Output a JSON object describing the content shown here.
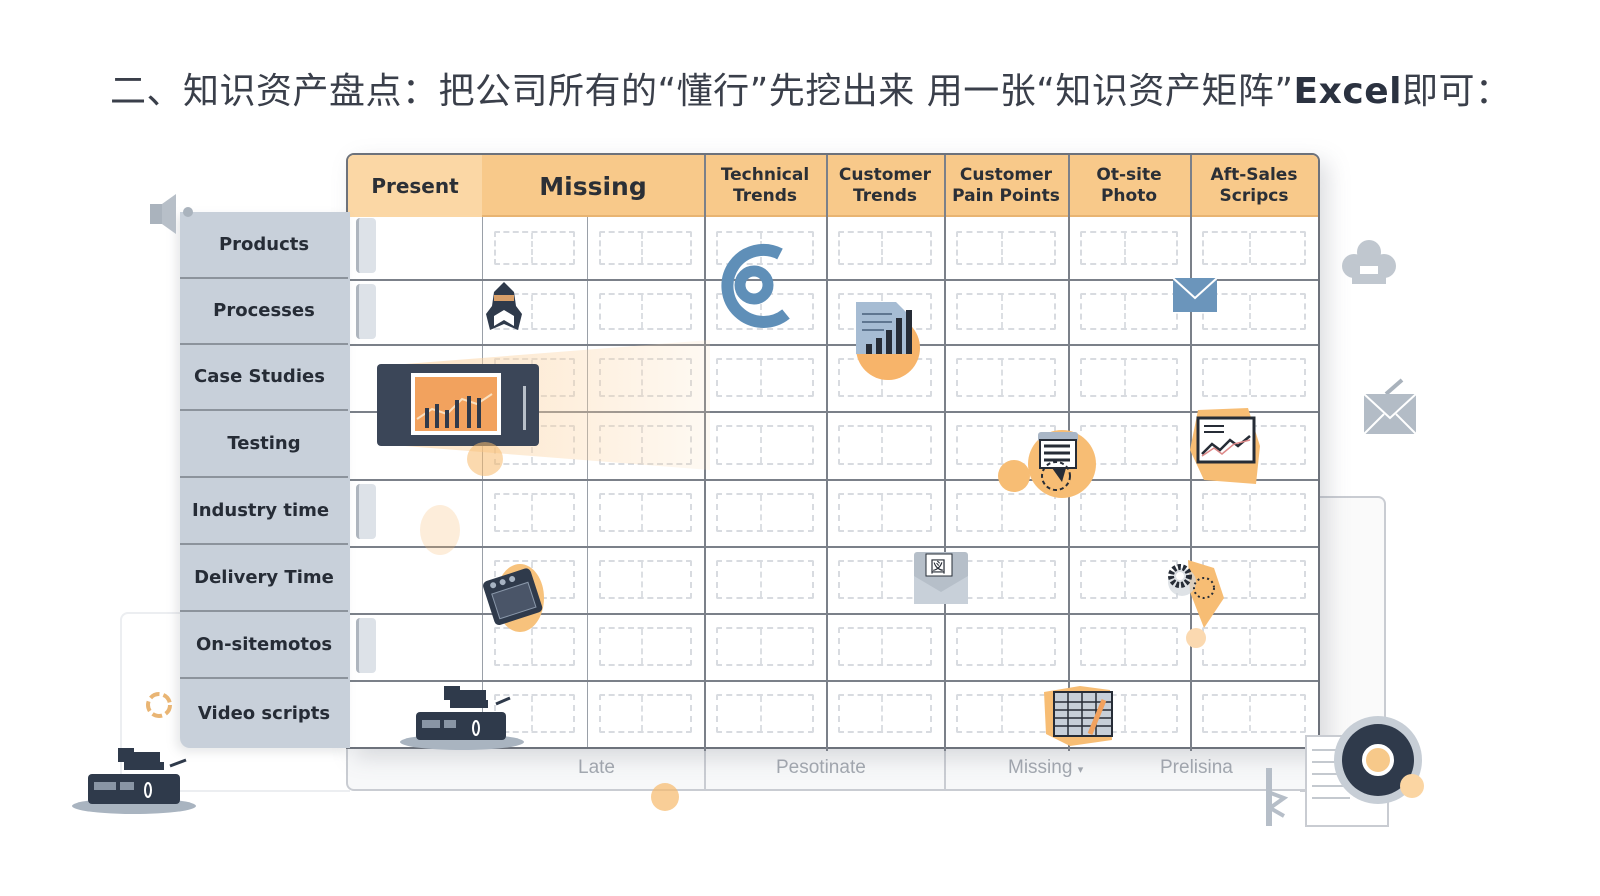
{
  "slide": {
    "title_prefix": "二、知识资产盘点：把公司所有的“懂行”先挖出来 用一张“知识资产矩阵”",
    "title_bold": "Excel",
    "title_suffix": "即可："
  },
  "matrix": {
    "columns": [
      {
        "label": "Present"
      },
      {
        "label": "Missing"
      },
      {
        "label": "Technical Trends",
        "line1": "Technical",
        "line2": "Trends"
      },
      {
        "label": "Customer Trends",
        "line1": "Customer",
        "line2": "Trends"
      },
      {
        "label": "Customer Pain Points",
        "line1": "Customer",
        "line2": "Pain Points"
      },
      {
        "label": "Ot-site Photo",
        "line1": "Ot-site",
        "line2": "Photo"
      },
      {
        "label": "Aft-Sales Scripcs",
        "line1": "Aft-Sales",
        "line2": "Scripcs"
      }
    ],
    "rows": [
      {
        "label": "Products"
      },
      {
        "label": "Processes"
      },
      {
        "label": "Case Studies"
      },
      {
        "label": "Testing"
      },
      {
        "label": "Industry time"
      },
      {
        "label": "Delivery Time"
      },
      {
        "label": "On-sitemotos"
      },
      {
        "label": "Video scripts"
      }
    ],
    "footer": [
      {
        "label": "Late"
      },
      {
        "label": "Pesotinate"
      },
      {
        "label": "Missing"
      },
      {
        "label": "Prelisina"
      }
    ],
    "footer_dropdown_glyph": "▾"
  },
  "icons": [
    "speaker-icon",
    "ninja-avatar-icon",
    "chart-dashboard-icon",
    "at-sign-icon",
    "document-chart-icon",
    "envelope-icon",
    "cloud-icon",
    "mail-antenna-icon",
    "speech-bubble-icon",
    "picture-chart-icon",
    "clapperboard-icon",
    "mail-document-icon",
    "gear-icon",
    "video-camera-icon",
    "spreadsheet-icon",
    "dial-icon",
    "refresh-icon"
  ],
  "colors": {
    "header_orange": "#f8c98a",
    "row_header_gray": "#c8d0da",
    "grid_line": "#7b8089",
    "accent_blue": "#5f8fb8",
    "accent_orange": "#f7b96b",
    "dark_navy": "#2f3a4b"
  }
}
